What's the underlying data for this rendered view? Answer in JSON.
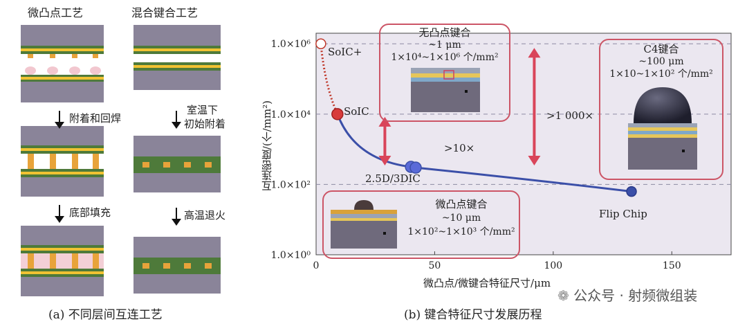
{
  "panel_a": {
    "col1_title": "微凸点工艺",
    "col2_title": "混合键合工艺",
    "step1_left": "附着和回焊",
    "step1_right_line1": "室温下",
    "step1_right_line2": "初始附着",
    "step2_left": "底部填充",
    "step2_right": "高温退火",
    "caption": "(a) 不同层间互连工艺"
  },
  "panel_b": {
    "caption": "(b) 键合特征尺寸发展历程",
    "callouts": {
      "bumpless_title": "无凸点键合",
      "bumpless_size": "~1 μm",
      "bumpless_density": "1×10⁴~1×10⁶ 个/mm²",
      "c4_title": "C4键合",
      "c4_size": "~100 μm",
      "c4_density": "1×10~1×10² 个/mm²",
      "micro_title": "微凸点键合",
      "micro_size": "~10 μm",
      "micro_density": "1×10²~1×10³ 个/mm²"
    },
    "ratio_1000": ">1 000×",
    "ratio_10": ">10×"
  },
  "watermark": "公众号 · 射频微组装",
  "chart_data": {
    "type": "line",
    "xlabel": "微凸点/微键合特征尺寸/μm",
    "ylabel": "互连密度/(个/mm²)",
    "x_ticks": [
      "0",
      "50",
      "100",
      "150"
    ],
    "y_ticks": [
      "1.0×10⁰",
      "1.0×10²",
      "1.0×10⁴",
      "1.0×10⁶"
    ],
    "xlim": [
      0,
      175
    ],
    "ylim_log10": [
      0,
      6.3
    ],
    "y_scale": "log",
    "points": [
      {
        "label": "SoIC+",
        "x": 2,
        "y": 1000000
      },
      {
        "label": "SoIC",
        "x": 9,
        "y": 10000
      },
      {
        "label": "2.5D/3DIC",
        "x": 40,
        "y": 316
      },
      {
        "label": "",
        "x": 42,
        "y": 300
      },
      {
        "label": "Flip Chip",
        "x": 133,
        "y": 63
      }
    ]
  }
}
